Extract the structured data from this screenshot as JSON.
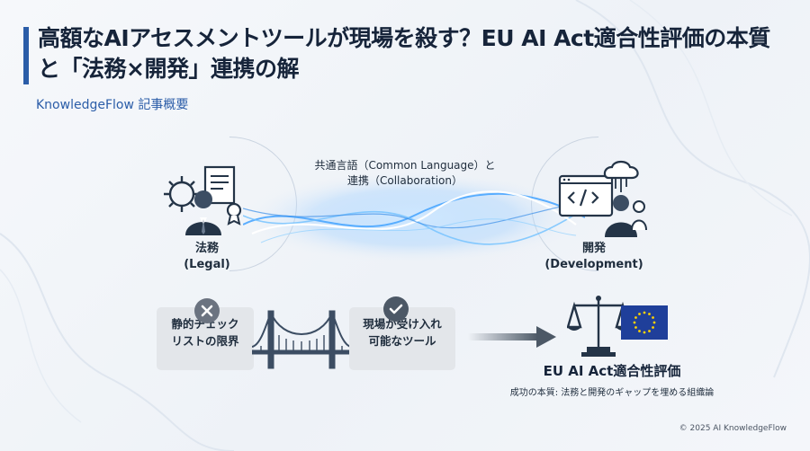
{
  "header": {
    "title": "高額なAIアセスメントツールが現場を殺す？EU AI Act適合性評価の本質と「法務×開発」連携の解",
    "subtitle": "KnowledgeFlow 記事概要"
  },
  "diagram": {
    "connection_label_line1": "共通言語（Common Language）と",
    "connection_label_line2": "連携（Collaboration）",
    "legal": {
      "label_ja": "法務",
      "label_en": "(Legal)",
      "icon": "lawyer-document-gear-icon"
    },
    "development": {
      "label_ja": "開発",
      "label_en": "(Development)",
      "icon": "developer-code-cloud-icon"
    },
    "problem": {
      "line1": "静的チェック",
      "line2": "リストの限界",
      "icon": "x-icon"
    },
    "solution": {
      "line1": "現場が受け入れ",
      "line2": "可能なツール",
      "icon": "check-icon"
    },
    "bridge_icon": "bridge-icon",
    "arrow_icon": "right-arrow-icon",
    "result": {
      "title": "EU AI Act適合性評価",
      "subtitle": "成功の本質: 法務と開発のギャップを埋める組織論",
      "icons": [
        "scale-icon",
        "eu-flag-icon"
      ]
    }
  },
  "footer": {
    "copyright": "© 2025 AI KnowledgeFlow"
  },
  "colors": {
    "accent": "#2b5da8",
    "text": "#16243a",
    "box_bg": "#e3e6ea",
    "wave": "#5fb4ff",
    "eu_blue": "#1f3f9a",
    "eu_star": "#ffd200"
  }
}
